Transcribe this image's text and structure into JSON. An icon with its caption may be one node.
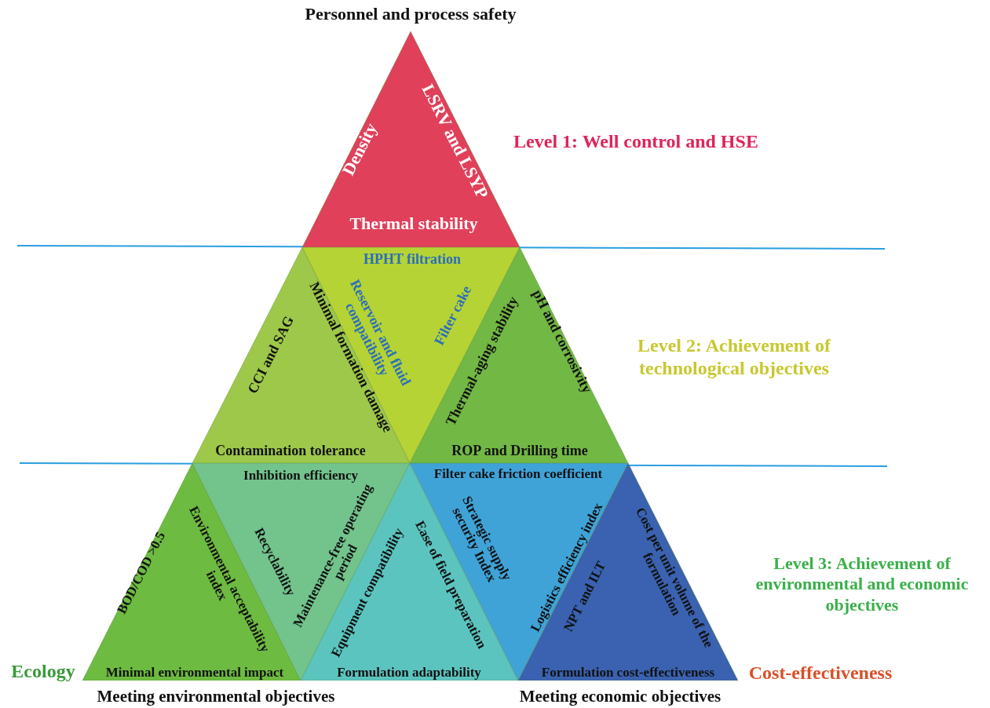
{
  "diagram": {
    "nodes": [
      {
        "text": [
          "Density",
          "LSRV and LSYP",
          "Thermal stability"
        ]
      },
      {
        "text": [
          "CCI and SAG",
          "Minimal formation damage",
          "Contamination tolerance"
        ]
      },
      {
        "text": [
          "HPHT filtration",
          "Reservoir and fluid compatibility",
          "Filter cake"
        ]
      },
      {
        "text": [
          "Thermal-aging stability",
          "pH and corrosivity",
          "ROP and Drilling time"
        ]
      },
      {
        "text": [
          "BOD/COD >0.5",
          "Environmental acceptability index",
          "Minimal environmental impact"
        ]
      },
      {
        "text": [
          "Inhibition efficiency",
          "Recyclability",
          "Maintenance-free operating period"
        ]
      },
      {
        "text": [
          "Equipment compatibility",
          "Ease of field preparation",
          "Formulation adaptability"
        ]
      },
      {
        "text": [
          "Filter cake friction coefficient",
          "Strategic supply security Index",
          "Logistics efficiency index"
        ]
      },
      {
        "text": [
          "NPT and ILT",
          "Cost per unit volume of the formulation",
          "Formulation cost-effectiveness"
        ]
      }
    ],
    "labels": [
      "Personnel and process safety",
      "Level 1: Well control and HSE",
      "Level 2: Achievement of technological objectives",
      "Level 3: Achievement of environmental and economic objectives",
      "Ecology",
      "Cost-effectiveness",
      "Meeting environmental objectives",
      "Meeting economic objectives"
    ]
  }
}
